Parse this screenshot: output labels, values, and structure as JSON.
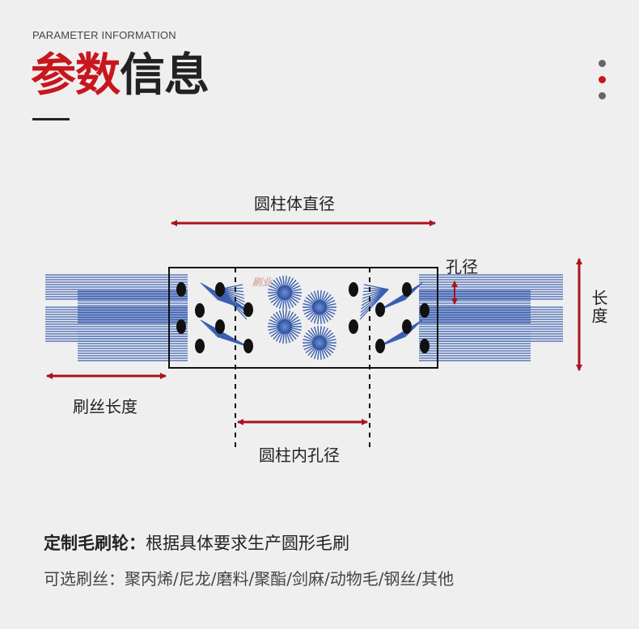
{
  "header": {
    "eyebrow": "PARAMETER INFORMATION",
    "title_red": "参数",
    "title_dark": "信息"
  },
  "page_indicator": {
    "count": 3,
    "active_index": 1
  },
  "diagram": {
    "label_cylinder_diameter": "圆柱体直径",
    "label_hole_diameter": "孔径",
    "label_length": "长度",
    "label_bristle_length": "刷丝长度",
    "label_inner_bore": "圆柱内孔径",
    "watermark": "刷业",
    "colors": {
      "arrow": "#a8141c",
      "bristle": "#3a5fb0",
      "outline": "#111111"
    }
  },
  "footer": {
    "custom_label": "定制毛刷轮：",
    "custom_text": "根据具体要求生产圆形毛刷",
    "options_text": "可选刷丝：聚丙烯/尼龙/磨料/聚酯/剑麻/动物毛/钢丝/其他"
  }
}
